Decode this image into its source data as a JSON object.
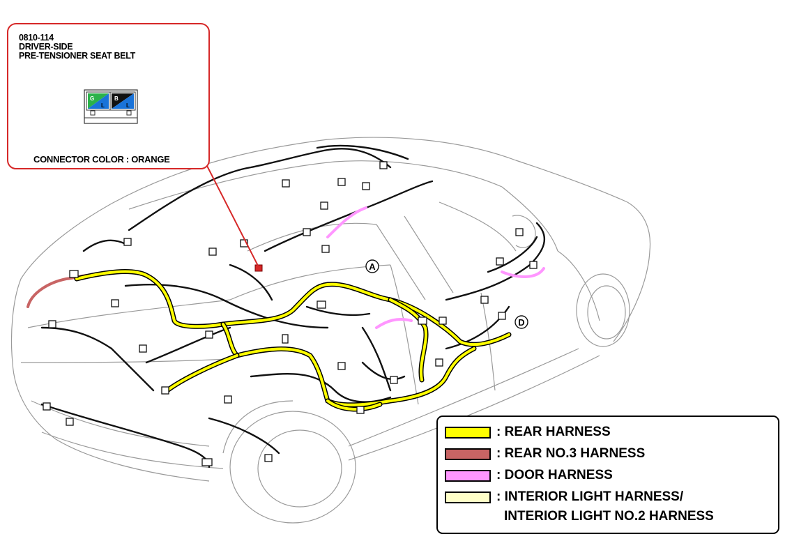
{
  "callout": {
    "connector_id": "0810-114",
    "title_line1": "DRIVER-SIDE",
    "title_line2": "PRE-TENSIONER SEAT BELT",
    "connector_color": "CONNECTOR COLOR : ORANGE",
    "pins": [
      {
        "letter": "G",
        "sub": "L"
      },
      {
        "letter": "B",
        "sub": "L"
      }
    ]
  },
  "markers": {
    "a": "A",
    "d": "D"
  },
  "legend": [
    {
      "label": ": REAR HARNESS",
      "color": "#ffff00"
    },
    {
      "label": ": REAR NO.3 HARNESS",
      "color": "#c86464"
    },
    {
      "label": ": DOOR HARNESS",
      "color": "#ff96ff"
    },
    {
      "label": ": INTERIOR LIGHT HARNESS/",
      "color": "#ffffc8"
    }
  ],
  "legend_continuation": "INTERIOR LIGHT NO.2 HARNESS",
  "colors": {
    "callout_border": "#d62828",
    "rear_harness": "#ffff00",
    "rear_no3_harness": "#c86464",
    "door_harness": "#ff96ff",
    "interior_light_harness": "#ffffc8"
  }
}
